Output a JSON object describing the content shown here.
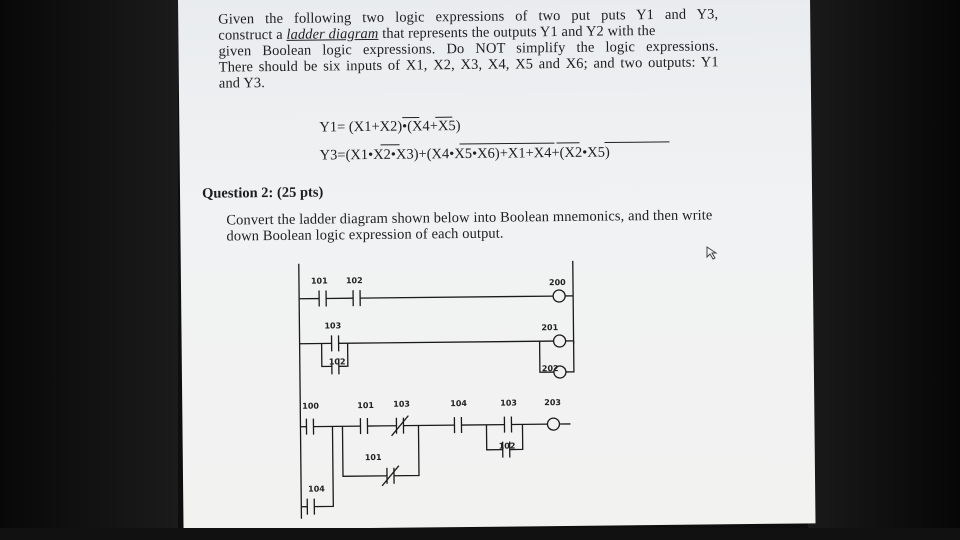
{
  "question1": {
    "title_fragment": "... (25 pts)",
    "lines": [
      "Given the following two logic expressions of two put puts Y1 and Y3,",
      "construct a ladder diagram that represents the outputs Y1 and Y2 with the",
      "given Boolean logic expressions. Do NOT simplify the logic expressions.",
      "There should be six inputs of X1, X2, X3, X4, X5 and X6; and two outputs: Y1",
      "and Y3."
    ],
    "underlined_phrase": "ladder diagram",
    "equation_y1": "Y1= (X1+X2)•(X4+X5)",
    "equation_y3": "Y3=(X1•X2•X3)+(X4•X5•X6)+X1+X4+(X2•X5)"
  },
  "question2": {
    "title": "Question 2: (25 pts)",
    "lines": [
      "Convert the ladder diagram shown below into Boolean mnemonics, and then write",
      "down Boolean logic expression of each output."
    ]
  },
  "ladder": {
    "labels": {
      "r1_c1": "101",
      "r1_c2": "102",
      "r1_out": "200",
      "r2_c1": "103",
      "r2_branch": "102",
      "r2_out1": "201",
      "r2_out2": "202",
      "r3_c1": "100",
      "r3_c2": "101",
      "r3_c3": "103",
      "r3_c4": "104",
      "r3_c5": "103",
      "r3_branch": "102",
      "r3_out": "203",
      "r3_branch_c1": "101",
      "r3_branch_c2": "104"
    }
  },
  "icons": [
    "mouse-cursor-icon"
  ]
}
